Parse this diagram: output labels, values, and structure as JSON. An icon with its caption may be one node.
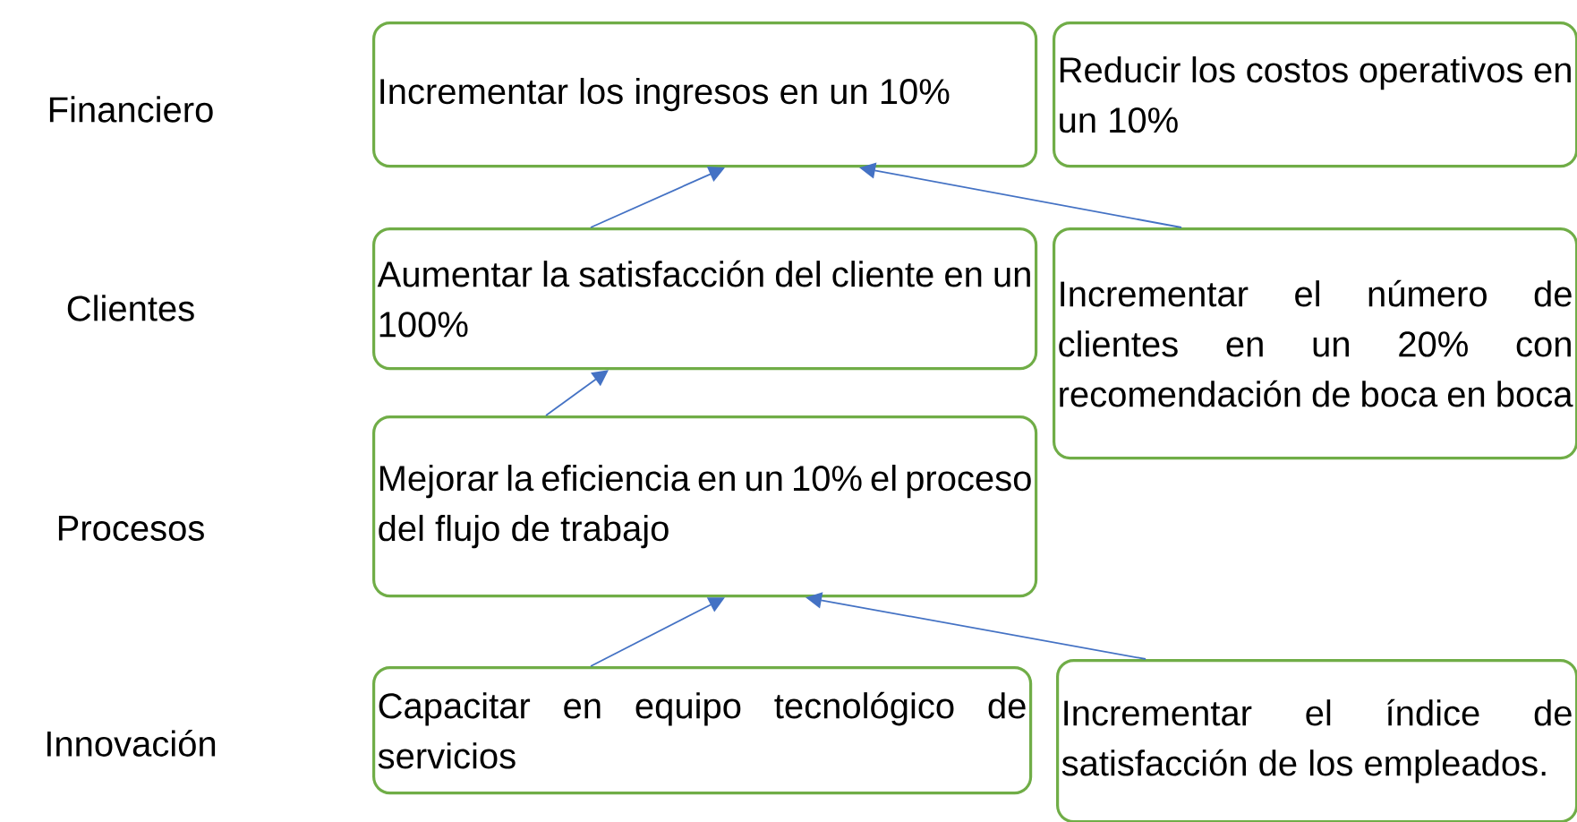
{
  "diagram": {
    "nodes": [
      {
        "text": [
          "Incrementar los ingresos en un 10%"
        ]
      },
      {
        "text": [
          "Reducir los costos operativos en un 10%"
        ]
      },
      {
        "text": [
          "Aumentar la satisfacción del cliente en un 100%"
        ]
      },
      {
        "text": [
          "Incrementar el número de clientes en un 20% con recomendación de boca en boca"
        ]
      },
      {
        "text": [
          "Mejorar la eficiencia en un 10% el proceso del flujo de trabajo"
        ]
      },
      {
        "text": [
          "Capacitar en equipo tecnológico de servicios"
        ]
      },
      {
        "text": [
          "Incrementar el índice de satisfacción de los empleados."
        ]
      }
    ],
    "edges": [
      {
        "from": 2,
        "to": 0,
        "arrow": "to"
      },
      {
        "from": 3,
        "to": 0,
        "arrow": "to"
      },
      {
        "from": 4,
        "to": 2,
        "arrow": "to"
      },
      {
        "from": 5,
        "to": 4,
        "arrow": "to"
      },
      {
        "from": 6,
        "to": 4,
        "arrow": "to"
      }
    ],
    "labels": [
      "Financiero",
      "Clientes",
      "Procesos",
      "Innovación"
    ]
  }
}
